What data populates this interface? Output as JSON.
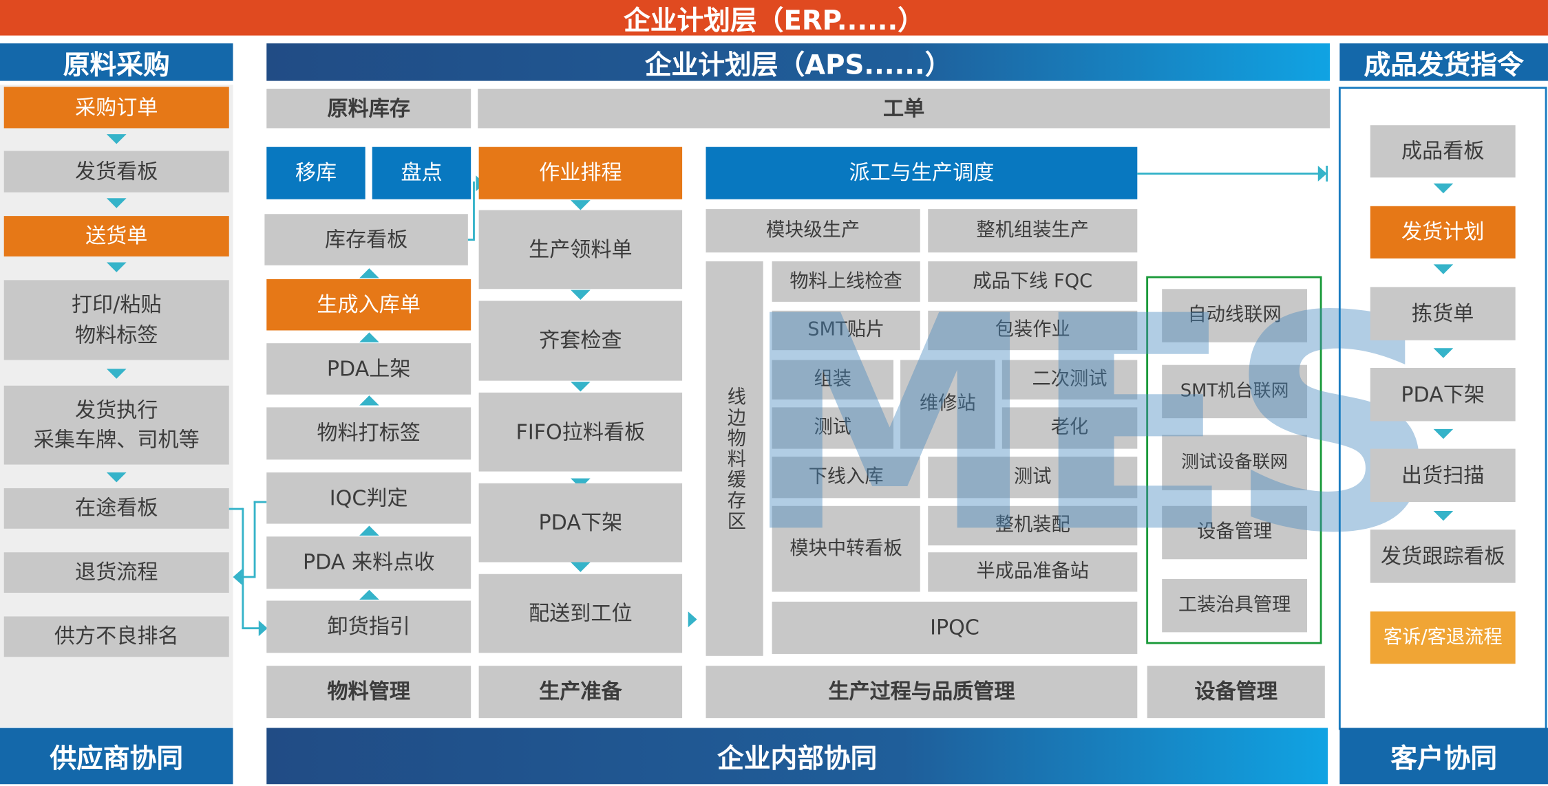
{
  "top_bar": "企业计划层（ERP......）",
  "aps_bar": "企业计划层（APS......）",
  "left": {
    "header": "原料采购",
    "items": [
      "采购订单",
      "发货看板",
      "送货单",
      "打印/粘贴\n物料标签",
      "发货执行\n采集车牌、司机等",
      "在途看板",
      "退货流程",
      "供方不良排名"
    ],
    "footer": "供应商协同"
  },
  "right": {
    "header": "成品发货指令",
    "items": [
      "成品看板",
      "发货计划",
      "拣货单",
      "PDA下架",
      "出货扫描",
      "发货跟踪看板",
      "客诉/客退流程"
    ],
    "footer": "客户协同"
  },
  "middle": {
    "raw_stock": "原料库存",
    "work_order": "工单",
    "material": {
      "items": [
        "移库",
        "盘点",
        "库存看板",
        "生成入库单",
        "PDA上架",
        "物料打标签",
        "IQC判定",
        "PDA 来料点收",
        "卸货指引"
      ],
      "footer": "物料管理"
    },
    "prep": {
      "items": [
        "作业排程",
        "生产领料单",
        "齐套检查",
        "FIFO拉料看板",
        "PDA下架",
        "配送到工位"
      ],
      "footer": "生产准备"
    },
    "process": {
      "header": "派工与生产调度",
      "items": [
        "模块级生产",
        "整机组装生产",
        "线边物料缓存区",
        "物料上线检查",
        "成品下线 FQC",
        "SMT贴片",
        "包装作业",
        "组装",
        "维修站",
        "二次测试",
        "测试",
        "老化",
        "下线入库",
        "测试",
        "模块中转看板",
        "整机装配",
        "半成品准备站",
        "IPQC"
      ],
      "footer": "生产过程与品质管理"
    },
    "equipment": {
      "items": [
        "自动线联网",
        "SMT机台联网",
        "测试设备联网",
        "设备管理",
        "工装治具管理"
      ],
      "footer": "设备管理"
    },
    "footer": "企业内部协同",
    "watermark": "MES"
  },
  "colors": {
    "erp": "#e04a20",
    "orange": "#e67817",
    "blue": "#0878c0",
    "gray": "#c8c8c8",
    "arrow": "#35b3c9",
    "green": "#1a9a3a"
  }
}
